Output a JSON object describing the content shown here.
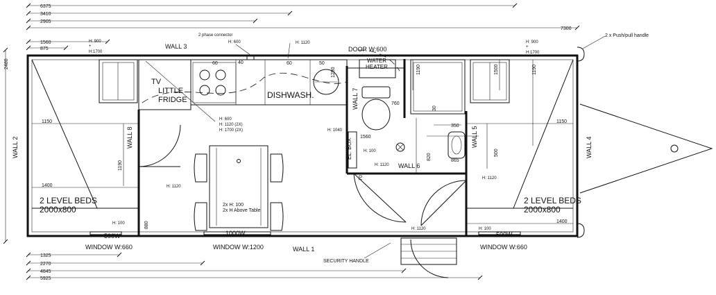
{
  "dims": {
    "top": [
      "6375",
      "3410",
      "2905",
      "7300",
      "1560",
      "875"
    ],
    "left": "2480",
    "bottom": [
      "1325",
      "2270",
      "4845",
      "5925"
    ],
    "inner": [
      "1150",
      "1150",
      "1400",
      "1400",
      "1190",
      "1190",
      "1190",
      "1500",
      "880",
      "500",
      "350",
      "865",
      "820",
      "70",
      "30",
      "1280",
      "760",
      "1560",
      "50",
      "40",
      "60",
      "60"
    ]
  },
  "walls": {
    "wall1": "WALL 1",
    "wall2": "WALL 2",
    "wall3": "WALL 3",
    "wall4": "WALL 4",
    "wall5": "WALL 5",
    "wall6": "WALL 6",
    "wall7": "WALL 7",
    "wall8": "WALL 8"
  },
  "labels": {
    "push_pull": "2 x Push/pull handle",
    "two_phase": "2 phase connector",
    "door": "DOOR W:600",
    "water_heater_1": "WATER",
    "water_heater_2": "HEATER",
    "h600": "H: 600",
    "h1120": "H: 1120",
    "h900": "H: 900",
    "plus": "+",
    "h1700": "H:1700",
    "tv": "TV",
    "little": "LITTLE",
    "fridge": "FRIDGE",
    "dishwash": "DISHWASH.",
    "h_600b": "H: 600",
    "h_1120_2x": "H: 1120 (2X)",
    "h_1700_2x": "H: 1700 (2X)",
    "h1040": "H: 1040",
    "h100": "H: 100",
    "el_box": "EL. BOX",
    "beds_left_1": "2 LEVEL BEDS",
    "beds_left_2": "2000x800",
    "beds_right_1": "2 LEVEL BEDS",
    "beds_right_2": "2000x800",
    "table_note_1": "2x H: 100",
    "table_note_2": "2x H Above Table",
    "w1000": "1000W",
    "w500": "500W",
    "w500b": "500W",
    "window_left": "WINDOW  W:660",
    "window_mid": "WINDOW  W:1200",
    "window_right": "WINDOW  W:660",
    "security": "SECURITY HANDLE"
  }
}
